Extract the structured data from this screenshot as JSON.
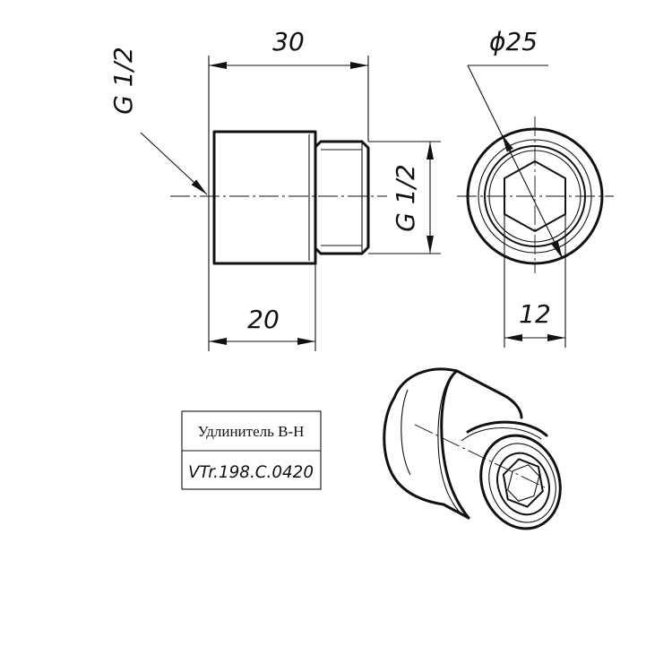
{
  "dimensions": {
    "overall_length": "30",
    "body_length": "20",
    "outer_diameter": "ϕ25",
    "hex_size": "12",
    "thread_internal": "G 1/2",
    "thread_external": "G 1/2"
  },
  "title_block": {
    "name": "Удлинитель В-Н",
    "code": "VTr.198.C.0420"
  }
}
